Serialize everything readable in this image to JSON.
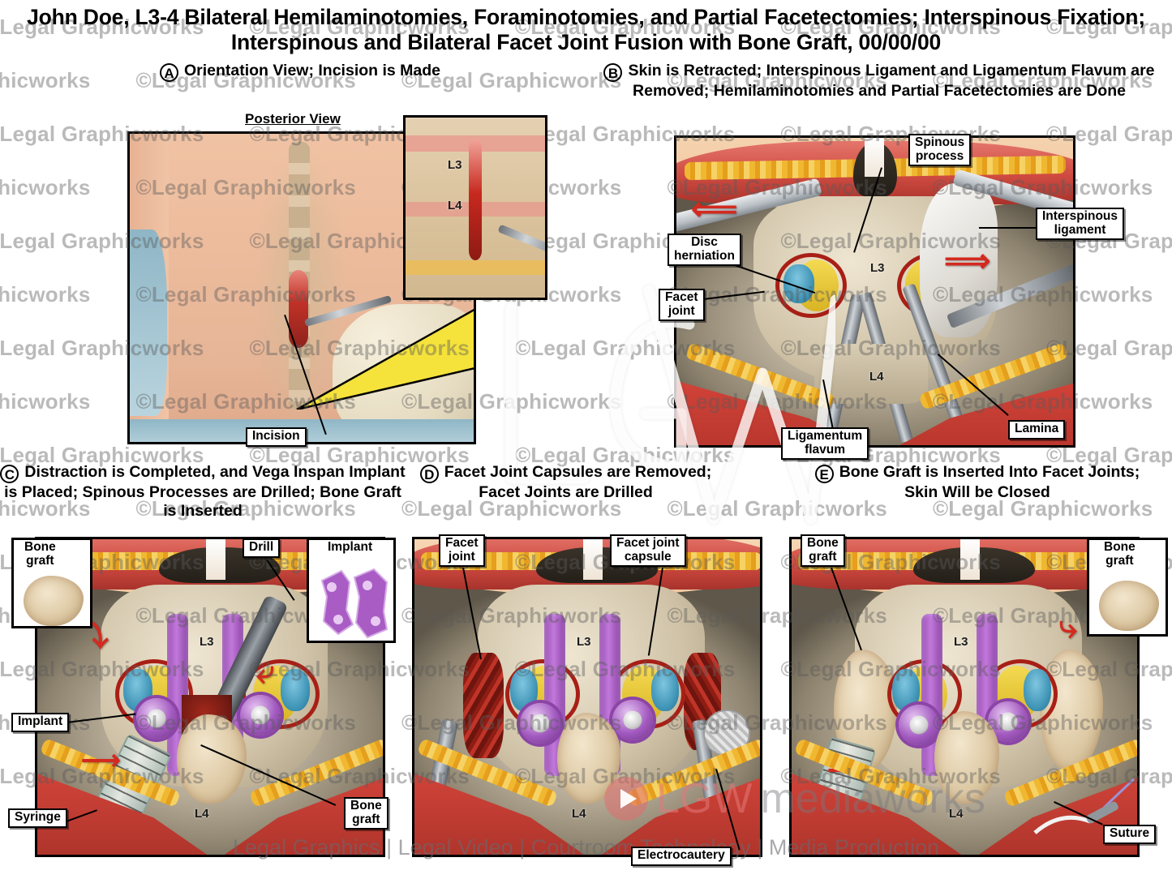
{
  "title": "John Doe, L3-4 Bilateral Hemilaminotomies, Foraminotomies, and Partial Facetectomies; Interspinous Fixation; Interspinous and Bilateral Facet Joint Fusion with Bone Graft, 00/00/00",
  "watermark": {
    "copyright": "©Legal Graphicworks",
    "footer": "Legal Graphics | Legal Video | Courtroom Technology | Media Production",
    "brand_mark": "LGW",
    "brand_suffix": "mediaworks",
    "big_mark": "LGW"
  },
  "panels": [
    {
      "id": "A",
      "badge": "A",
      "caption": "Orientation View; Incision is Made",
      "subtitle": "Posterior View",
      "labels": [
        {
          "name": "incision",
          "text": "Incision"
        }
      ],
      "inset_labels": [
        {
          "name": "l3",
          "text": "L3"
        },
        {
          "name": "l4",
          "text": "L4"
        }
      ]
    },
    {
      "id": "B",
      "badge": "B",
      "caption": "Skin is Retracted; Interspinous Ligament and Ligamentum Flavum are Removed; Hemilaminotomies and Partial Facetectomies are Done",
      "labels": [
        {
          "name": "spinous-process",
          "text": "Spinous\nprocess"
        },
        {
          "name": "interspinous-ligament",
          "text": "Interspinous\nligament"
        },
        {
          "name": "disc-herniation",
          "text": "Disc\nherniation"
        },
        {
          "name": "facet-joint",
          "text": "Facet\njoint"
        },
        {
          "name": "ligamentum-flavum",
          "text": "Ligamentum\nflavum"
        },
        {
          "name": "lamina",
          "text": "Lamina"
        }
      ],
      "vertebra_labels": [
        {
          "name": "l3",
          "text": "L3"
        },
        {
          "name": "l4",
          "text": "L4"
        }
      ]
    },
    {
      "id": "C",
      "badge": "C",
      "caption": "Distraction is Completed, and Vega Inspan Implant is Placed; Spinous Processes are Drilled; Bone Graft is Inserted",
      "labels": [
        {
          "name": "bone-graft-inset",
          "text": "Bone\ngraft"
        },
        {
          "name": "drill",
          "text": "Drill"
        },
        {
          "name": "implant-inset",
          "text": "Implant"
        },
        {
          "name": "implant",
          "text": "Implant"
        },
        {
          "name": "syringe",
          "text": "Syringe"
        },
        {
          "name": "bone-graft",
          "text": "Bone\ngraft"
        }
      ],
      "vertebra_labels": [
        {
          "name": "l3",
          "text": "L3"
        },
        {
          "name": "l4",
          "text": "L4"
        }
      ]
    },
    {
      "id": "D",
      "badge": "D",
      "caption": "Facet Joint Capsules are Removed; Facet Joints are Drilled",
      "labels": [
        {
          "name": "facet-joint",
          "text": "Facet\njoint"
        },
        {
          "name": "facet-joint-capsule",
          "text": "Facet joint\ncapsule"
        },
        {
          "name": "electrocautery",
          "text": "Electrocautery"
        }
      ],
      "vertebra_labels": [
        {
          "name": "l3",
          "text": "L3"
        },
        {
          "name": "l4",
          "text": "L4"
        }
      ]
    },
    {
      "id": "E",
      "badge": "E",
      "caption": "Bone Graft is Inserted Into Facet Joints; Skin Will be Closed",
      "labels": [
        {
          "name": "bone-graft-left",
          "text": "Bone\ngraft"
        },
        {
          "name": "bone-graft-inset",
          "text": "Bone\ngraft"
        },
        {
          "name": "suture",
          "text": "Suture"
        }
      ],
      "vertebra_labels": [
        {
          "name": "l3",
          "text": "L3"
        },
        {
          "name": "l4",
          "text": "L4"
        }
      ]
    }
  ],
  "colors": {
    "implant_purple": "#9b52b5",
    "nerve_yellow": "#f4da52",
    "disc_blue": "#3e93b5",
    "muscle_red": "#cf4b41",
    "fat_yellow": "#f0b830",
    "arrow_red": "#d32a20",
    "bone_tan": "#cfc2a7"
  }
}
